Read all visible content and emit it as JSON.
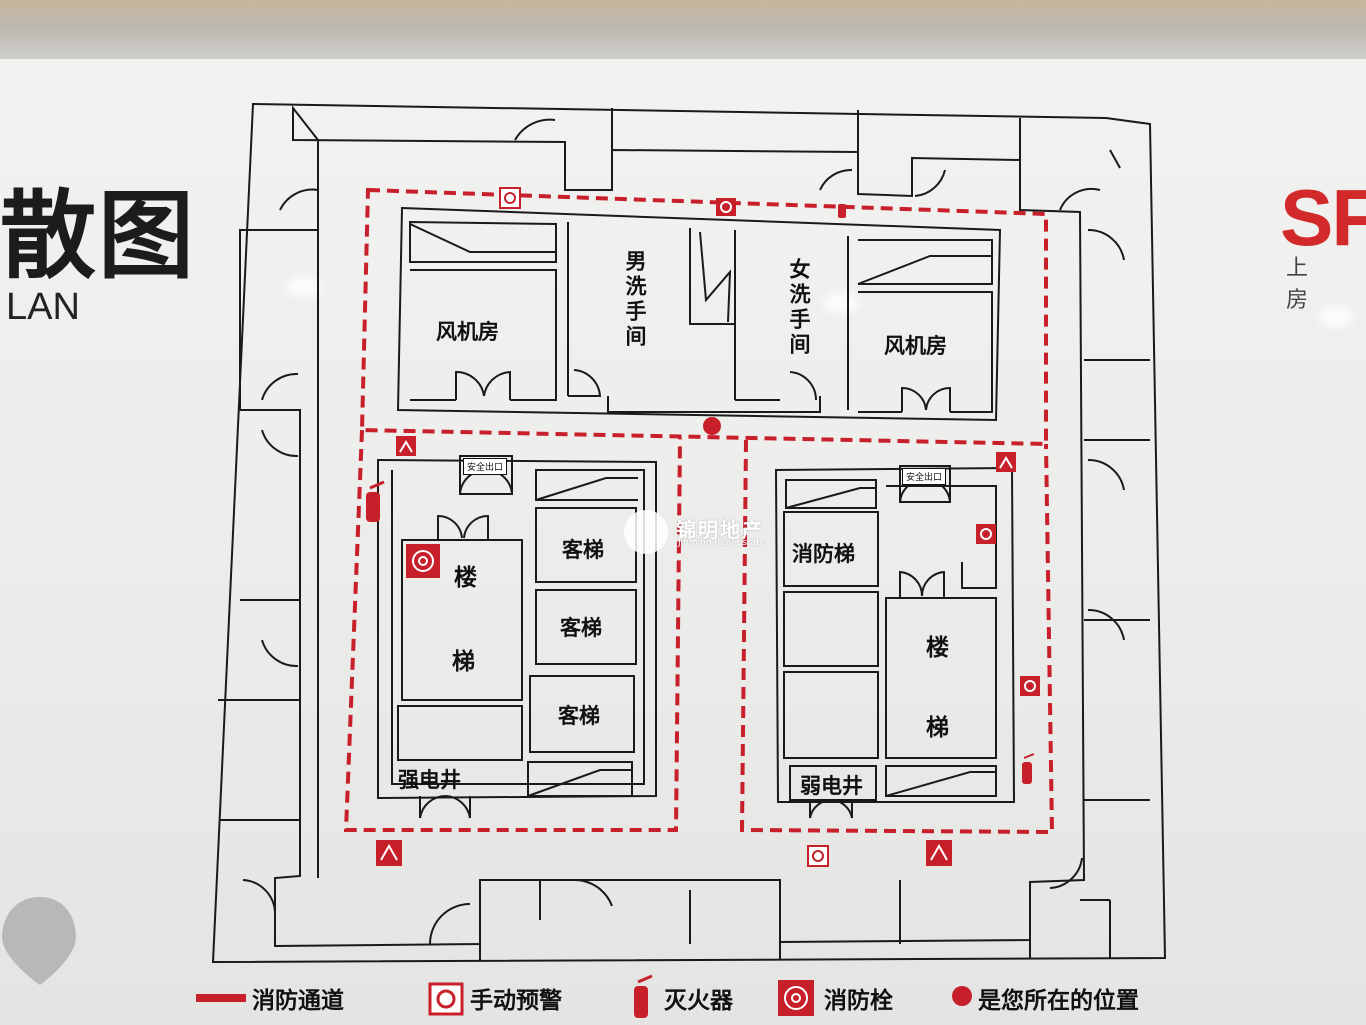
{
  "sign": {
    "title_cn_partial": "散图",
    "title_en_partial": "LAN",
    "brand_partial": "SF",
    "brand_sub_partial": "上 房"
  },
  "rooms": {
    "fan_room_left": "风机房",
    "fan_room_right": "风机房",
    "mens_restroom": "男洗手间",
    "womens_restroom": "女洗手间",
    "stairs_left_top": "楼",
    "stairs_left_bottom": "梯",
    "stairs_right_top": "楼",
    "stairs_right_bottom": "梯",
    "elevator_1": "客梯",
    "elevator_2": "客梯",
    "elevator_3": "客梯",
    "fire_elevator": "消防梯",
    "strong_power_shaft": "强电井",
    "weak_power_shaft": "弱电井",
    "exit_left": "安全出口",
    "exit_right": "安全出口"
  },
  "watermark": {
    "cn": "锦明地产",
    "en": "Jinming Real Estate"
  },
  "legend": [
    {
      "icon": "fire-route-line-icon",
      "label": "消防通道"
    },
    {
      "icon": "manual-alarm-icon",
      "label": "手动预警"
    },
    {
      "icon": "fire-extinguisher-icon",
      "label": "灭火器"
    },
    {
      "icon": "fire-hydrant-icon",
      "label": "消防栓"
    },
    {
      "icon": "you-are-here-icon",
      "label": "是您所在的位置"
    }
  ],
  "colors": {
    "accent_red": "#c8202a",
    "line_black": "#1a1a1a"
  }
}
